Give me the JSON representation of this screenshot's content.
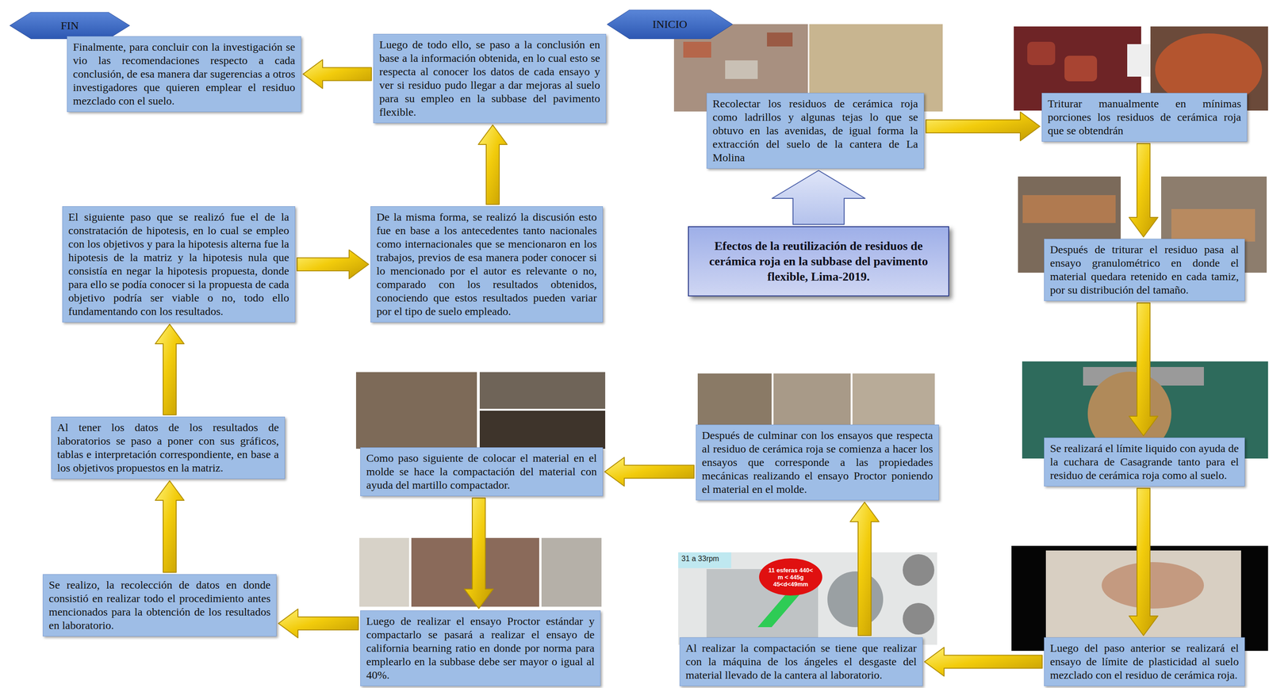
{
  "diagram": {
    "nodes": [
      {
        "text": [
          "INICIO"
        ]
      },
      {
        "text": [
          "Recolectar los residuos de cerámica roja como ladrillos y algunas tejas lo que se obtuvo en las avenidas, de igual forma la extracción del suelo de la cantera de La Molina"
        ]
      },
      {
        "text": [
          "Triturar manualmente en mínimas porciones los residuos de cerámica roja que se obtendrán"
        ]
      },
      {
        "text": [
          "Después de triturar el residuo pasa al ensayo granulométrico en donde el material quedara retenido en cada tamiz, por su distribución del tamaño."
        ]
      },
      {
        "text": [
          "Se realizará el límite liquido con ayuda de la cuchara de Casagrande tanto para el residuo de cerámica roja como al suelo."
        ]
      },
      {
        "text": [
          "Luego del paso anterior se realizará el ensayo de límite de plasticidad al suelo mezclado con el residuo de cerámica roja."
        ]
      },
      {
        "text": [
          "Al realizar la compactación se tiene que realizar con la máquina de los ángeles el desgaste del material llevado de la cantera al laboratorio."
        ]
      },
      {
        "text": [
          "Después de culminar con los ensayos que respecta al residuo de cerámica roja se comienza a hacer los ensayos que corresponde a las propiedades mecánicas realizando el ensayo Proctor poniendo el material en el molde."
        ]
      },
      {
        "text": [
          "Como paso siguiente de colocar el material en el molde se hace la compactación del material con ayuda del martillo compactador."
        ]
      },
      {
        "text": [
          "Luego de realizar el ensayo Proctor estándar y compactarlo se pasará a realizar el ensayo de california bearning ratio en donde por norma para emplearlo en la subbase debe ser mayor o igual al 40%."
        ]
      },
      {
        "text": [
          "Se realizo, la recolección de datos en donde consistió en realizar todo el procedimiento antes mencionados para la obtención de los resultados en laboratorio."
        ]
      },
      {
        "text": [
          "Al tener los datos de los resultados de laboratorios se paso a poner con sus gráficos, tablas e interpretación correspondiente, en base a los objetivos propuestos en la matriz."
        ]
      },
      {
        "text": [
          "El siguiente paso que se realizó fue el de la constratación de hipotesis, en lo cual se empleo con los objetivos y para la hipotesis alterna fue la hipotesis de la matriz y la hipotesis nula que consistía en negar la hipotesis propuesta, donde para ello se podía conocer si la propuesta de cada objetivo podría ser viable o no, todo ello fundamentando con los resultados."
        ]
      },
      {
        "text": [
          "De la misma forma, se realizó la discusión esto fue en base a los antecedentes tanto nacionales como internacionales que se mencionaron en los trabajos, previos de esa manera poder conocer si lo mencionado por el autor es relevante o no, comparado con los resultados obtenidos, conociendo que estos resultados pueden variar por el tipo de suelo empleado."
        ]
      },
      {
        "text": [
          "Luego de todo ello, se paso a la conclusión en base a la información obtenida, en lo cual esto se respecta al conocer los datos de cada ensayo y ver si residuo pudo llegar a dar mejoras al suelo para su empleo en la subbase del pavimento flexible."
        ]
      },
      {
        "text": [
          "FIN"
        ]
      },
      {
        "text": [
          "Finalmente, para concluir con la investigación se vio las recomendaciones respecto a cada conclusión, de esa manera dar sugerencias a otros investigadores que quieren emplear el residuo mezclado con el suelo."
        ]
      },
      {
        "text": [
          "Efectos de la reutilización de residuos de cerámica roja en la subbase del pavimento flexible, Lima-2019."
        ]
      }
    ],
    "edges": [
      {
        "from": 17,
        "to": 1,
        "arrow": "to"
      },
      {
        "from": 1,
        "to": 2,
        "arrow": "to"
      },
      {
        "from": 2,
        "to": 3,
        "arrow": "to"
      },
      {
        "from": 3,
        "to": 4,
        "arrow": "to"
      },
      {
        "from": 4,
        "to": 5,
        "arrow": "to"
      },
      {
        "from": 5,
        "to": 6,
        "arrow": "to"
      },
      {
        "from": 6,
        "to": 7,
        "arrow": "to"
      },
      {
        "from": 7,
        "to": 8,
        "arrow": "to"
      },
      {
        "from": 8,
        "to": 9,
        "arrow": "to"
      },
      {
        "from": 9,
        "to": 10,
        "arrow": "to"
      },
      {
        "from": 10,
        "to": 11,
        "arrow": "to"
      },
      {
        "from": 11,
        "to": 12,
        "arrow": "to"
      },
      {
        "from": 12,
        "to": 13,
        "arrow": "to"
      },
      {
        "from": 13,
        "to": 14,
        "arrow": "to"
      },
      {
        "from": 14,
        "to": 16,
        "arrow": "to"
      }
    ],
    "labels": [
      "31 a 33rpm",
      "11 esferas 440< m < 445g 45<d<49mm"
    ]
  }
}
